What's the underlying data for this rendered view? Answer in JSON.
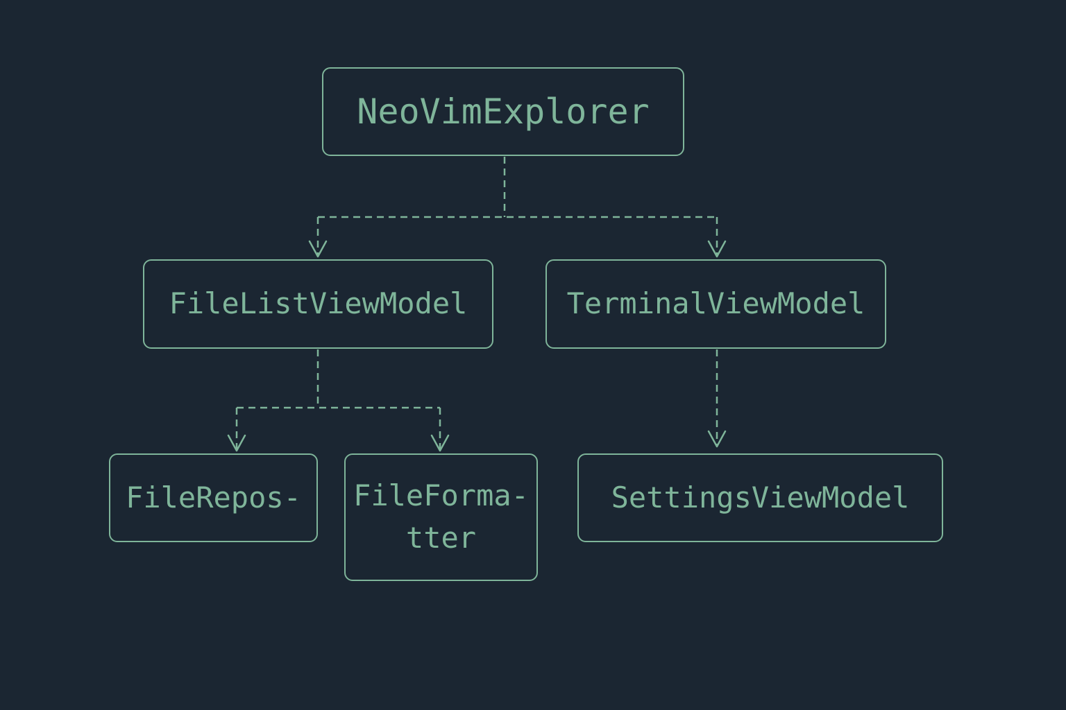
{
  "diagram": {
    "colors": {
      "background": "#1b2632",
      "stroke": "#7fb59a",
      "text": "#7fb59a"
    },
    "nodes": {
      "root": {
        "label": "NeoVimExplorer"
      },
      "file_list_view_model": {
        "label": "FileListViewModel"
      },
      "terminal_view_model": {
        "label": "TerminalViewModel"
      },
      "file_repository": {
        "label": "FileRepos-"
      },
      "file_formatter": {
        "label": "FileForma-\ntter"
      },
      "settings_view_model": {
        "label": "SettingsViewModel"
      }
    },
    "edges": [
      {
        "from": "root",
        "to": "file_list_view_model",
        "style": "dashed",
        "arrow": "open"
      },
      {
        "from": "root",
        "to": "terminal_view_model",
        "style": "dashed",
        "arrow": "open"
      },
      {
        "from": "file_list_view_model",
        "to": "file_repository",
        "style": "dashed",
        "arrow": "open"
      },
      {
        "from": "file_list_view_model",
        "to": "file_formatter",
        "style": "dashed",
        "arrow": "open"
      },
      {
        "from": "terminal_view_model",
        "to": "settings_view_model",
        "style": "dashed",
        "arrow": "open"
      }
    ]
  }
}
